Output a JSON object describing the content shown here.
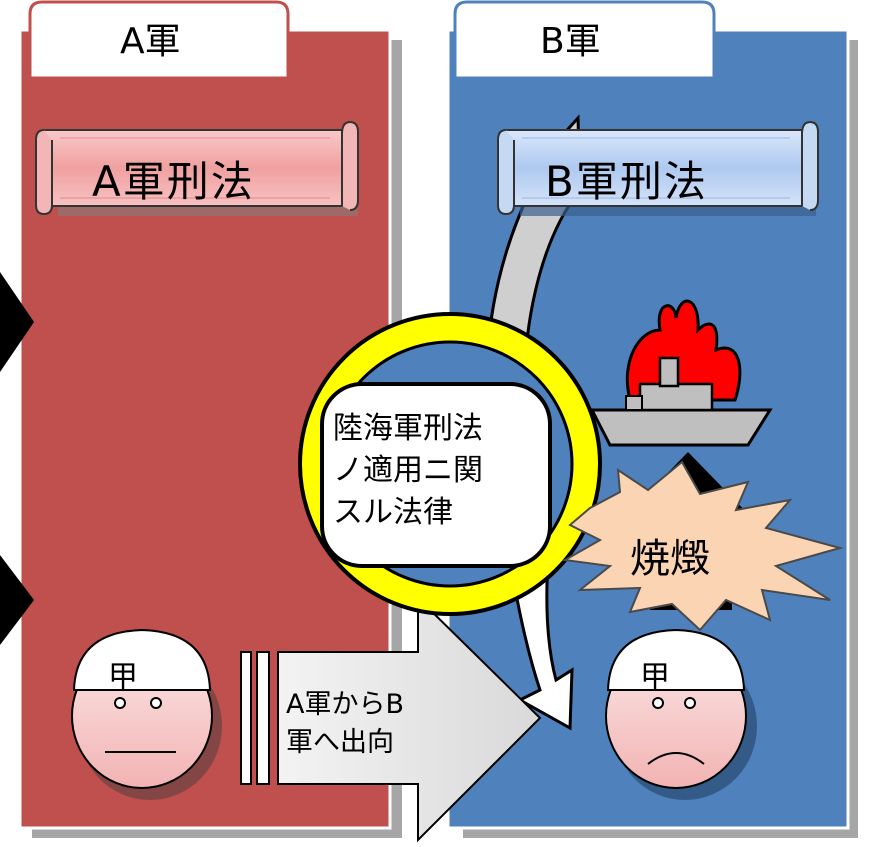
{
  "panels": {
    "army_a": {
      "title": "A軍",
      "law": "A軍刑法",
      "person": "甲",
      "color": "#c0504d"
    },
    "army_b": {
      "title": "B軍",
      "law": "B軍刑法",
      "person": "甲",
      "color": "#4f81bd"
    }
  },
  "center_law": {
    "lines": [
      "陸海軍刑法",
      "ノ適用ニ関",
      "スル法律"
    ],
    "ring_color": "#ffff00"
  },
  "transfer": {
    "lines": [
      "A軍からB",
      "軍へ出向"
    ]
  },
  "event": {
    "label": "焼燬",
    "icon": "burning-ship-icon"
  }
}
